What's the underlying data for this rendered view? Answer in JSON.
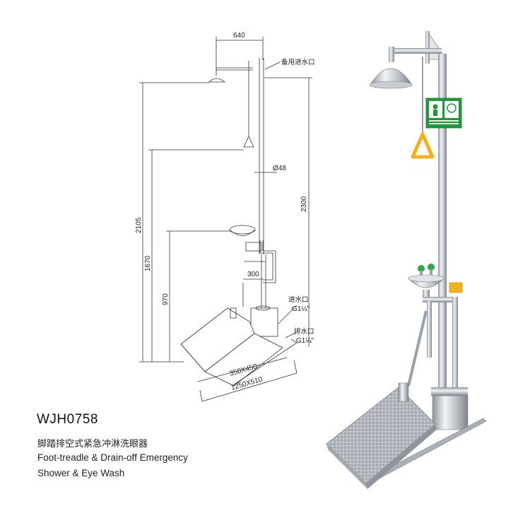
{
  "drawing": {
    "dim_top_width": "640",
    "label_spare_inlet": "备用进水口",
    "dim_pipe_diameter": "Ø48",
    "dim_overall_height": "2300",
    "dim_shower_height": "2105",
    "dim_pull_height": "1670",
    "dim_bowl_height": "970",
    "dim_bowl_offset": "300",
    "label_inlet": "进水口",
    "label_inlet_size": "G1¼\"",
    "label_drain": "排水口",
    "label_drain_size": "G1¼\"",
    "dim_pedal_small": "350X450",
    "dim_pedal_large": "1250X510"
  },
  "product": {
    "model": "WJH0758",
    "name_cn": "脚踏排空式紧急冲淋洗眼器",
    "name_en_line1": "Foot-treadle & Drain-off Emergency",
    "name_en_line2": "Shower & Eye Wash"
  },
  "colors": {
    "sign_green": "#1f9a3a",
    "handle_yellow": "#f2b21b",
    "steel": "#c9cdd2"
  }
}
